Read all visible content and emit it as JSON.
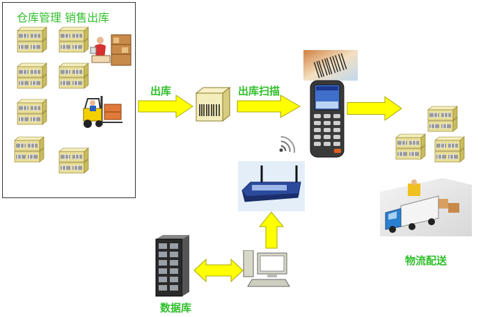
{
  "labels": {
    "warehouse_title": "仓库管理 销售出库",
    "arrow1": "出库",
    "arrow2": "出库扫描",
    "logistics": "物流配送",
    "database": "数据库"
  },
  "colors": {
    "label_green": "#2fbf2a",
    "arrow_yellow": "#ffff00",
    "arrow_outline": "#b7b700",
    "box_yellow": "#e9df9a"
  },
  "icons": {
    "goods": "barcode-box-stack-icon",
    "clerk": "warehouse-clerk-icon",
    "forklift": "forklift-icon",
    "barcode_box": "barcode-package-icon",
    "scanner": "handheld-pda-scanner-icon",
    "wireless": "wireless-signal-icon",
    "router": "wireless-router-icon",
    "computer": "desktop-computer-icon",
    "server": "server-rack-icon",
    "truck": "delivery-truck-icon"
  }
}
